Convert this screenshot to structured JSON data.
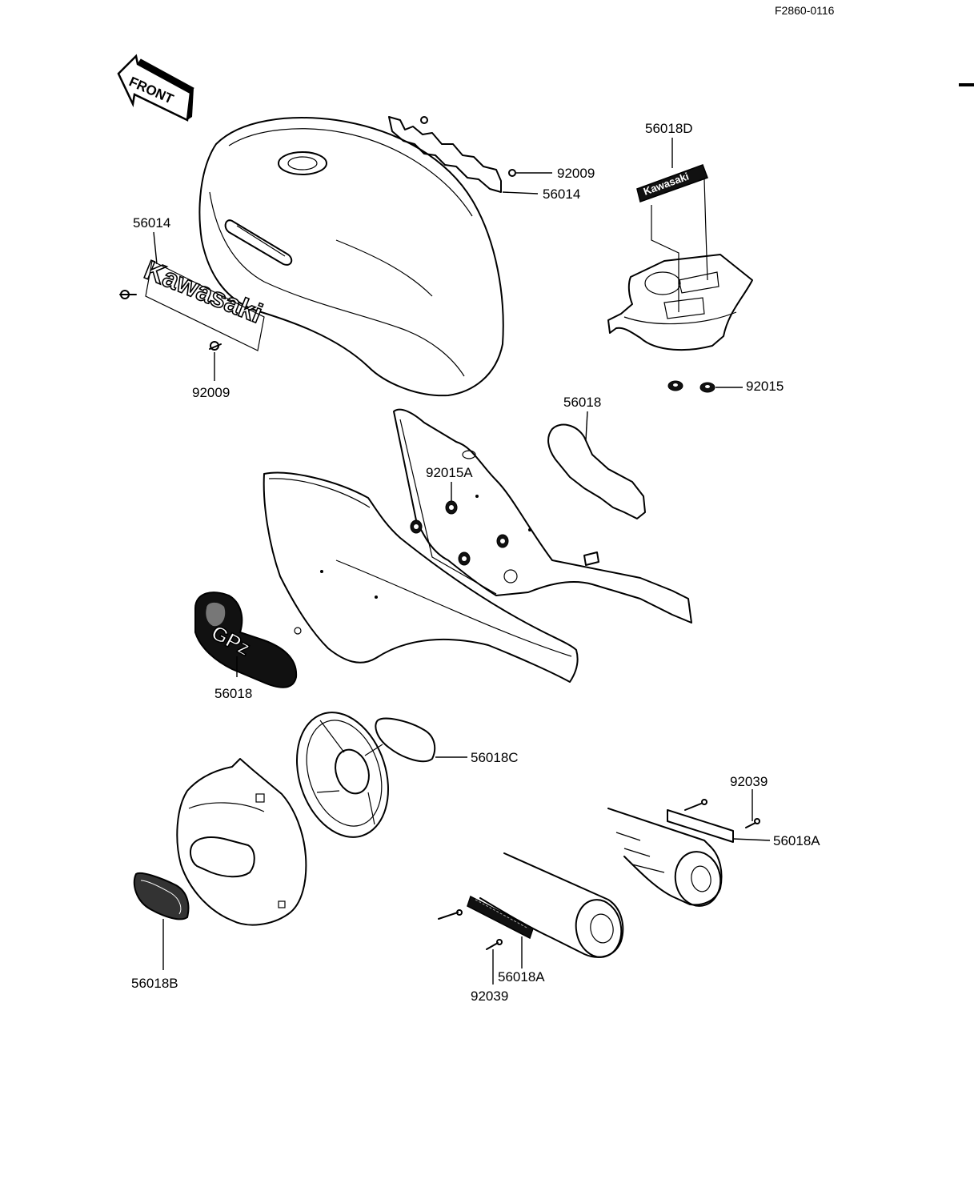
{
  "figure_code": "F2860-0116",
  "front_arrow": "FRONT",
  "callouts": {
    "tank_top_screw": "92009",
    "tank_top_emblem": "56014",
    "tank_side_emblem": "56014",
    "tank_side_screw": "92009",
    "cover_emblem": "56018D",
    "cover_nut": "92015",
    "side_cover_emblem": "56018",
    "side_cover_nut": "92015A",
    "side_emblem_lower": "56018",
    "engine_cover_emblem": "56018C",
    "engine_cover_emblem_left": "56018B",
    "muffler_rivet_right": "92039",
    "muffler_emblem_right": "56018A",
    "muffler_emblem_left": "56018A",
    "muffler_rivet_left": "92039"
  },
  "emblem_text": "Kawasaki",
  "side_emblem_text": "GPz"
}
